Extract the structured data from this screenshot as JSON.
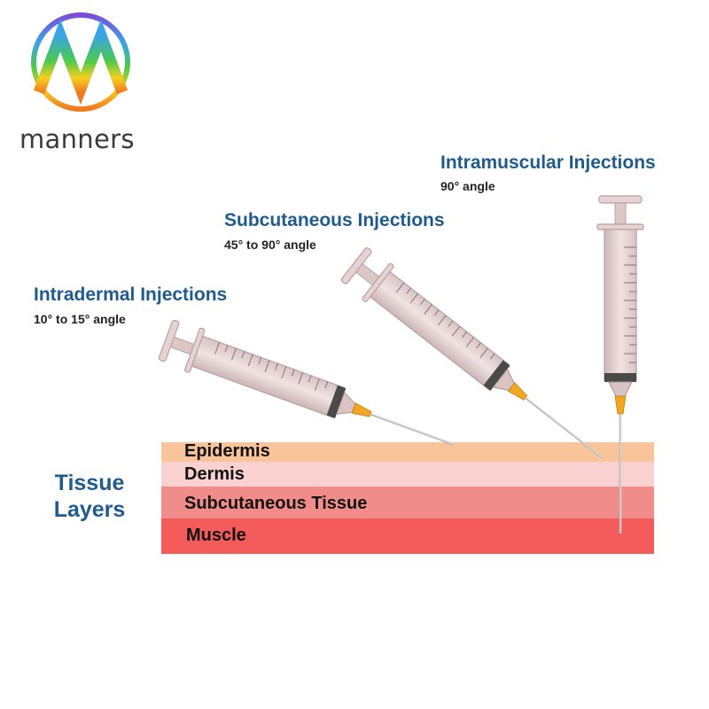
{
  "brand": {
    "name": "manners"
  },
  "injections": [
    {
      "title": "Intradermal Injections",
      "angle": "10° to 15° angle"
    },
    {
      "title": "Subcutaneous Injections",
      "angle": "45° to 90° angle"
    },
    {
      "title": "Intramuscular Injections",
      "angle": "90° angle"
    }
  ],
  "tissue_heading": {
    "line1": "Tissue",
    "line2": "Layers"
  },
  "layers": [
    {
      "name": "Epidermis",
      "color": "#f9c49a"
    },
    {
      "name": "Dermis",
      "color": "#f9d1d1"
    },
    {
      "name": "Subcutaneous Tissue",
      "color": "#f08c89"
    },
    {
      "name": "Muscle",
      "color": "#f45c5c"
    }
  ],
  "colors": {
    "title_blue": "#1f5b8c",
    "needle_hub": "#f0a623",
    "barrel": "#e8d6d6"
  }
}
